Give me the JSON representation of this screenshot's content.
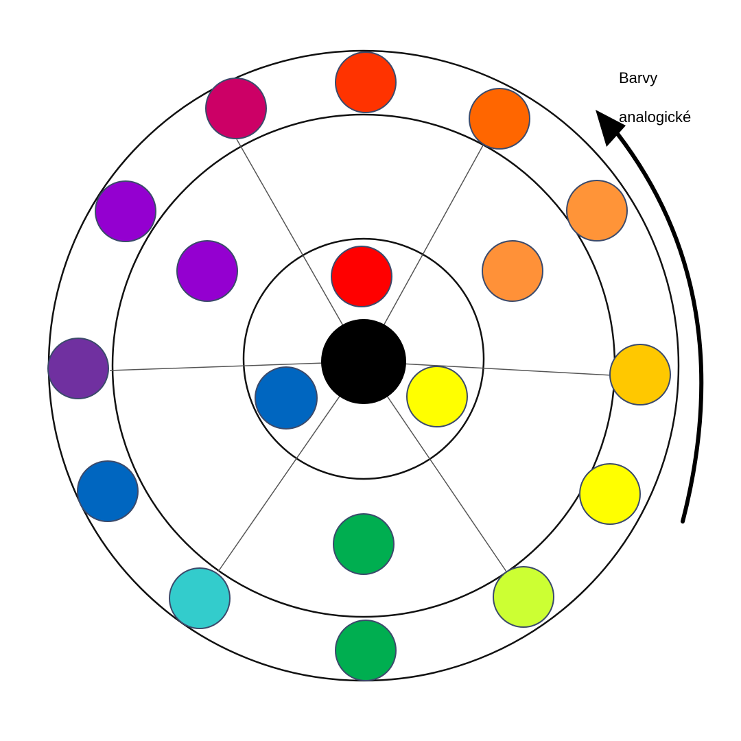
{
  "caption": {
    "line1": "Barvy",
    "line2": "analogické"
  },
  "colors": {
    "ring_stroke": "#111111",
    "spoke_stroke": "#555555",
    "dot_stroke": "#3b4a6b",
    "center": "#000000",
    "arrow": "#000000"
  },
  "wheel": {
    "center_icon": "black-center-disc",
    "primary": [
      {
        "name": "red",
        "color": "#ff0000"
      },
      {
        "name": "yellow",
        "color": "#ffff00"
      },
      {
        "name": "blue",
        "color": "#0066c0"
      }
    ],
    "secondary": [
      {
        "name": "orange",
        "color": "#ff9138"
      },
      {
        "name": "green",
        "color": "#00ae50"
      },
      {
        "name": "violet",
        "color": "#9400d0"
      }
    ],
    "tertiary": [
      {
        "name": "red-orange",
        "color": "#ff3300"
      },
      {
        "name": "orange",
        "color": "#ff6600"
      },
      {
        "name": "light-orange",
        "color": "#ff9438"
      },
      {
        "name": "amber",
        "color": "#ffc800"
      },
      {
        "name": "yellow",
        "color": "#ffff00"
      },
      {
        "name": "yellow-green",
        "color": "#ccff33"
      },
      {
        "name": "green",
        "color": "#00ae50"
      },
      {
        "name": "turquoise",
        "color": "#33cccc"
      },
      {
        "name": "blue",
        "color": "#0066c0"
      },
      {
        "name": "blue-violet",
        "color": "#7030a0"
      },
      {
        "name": "violet",
        "color": "#9400d0"
      },
      {
        "name": "red-violet",
        "color": "#cc0066"
      }
    ]
  }
}
